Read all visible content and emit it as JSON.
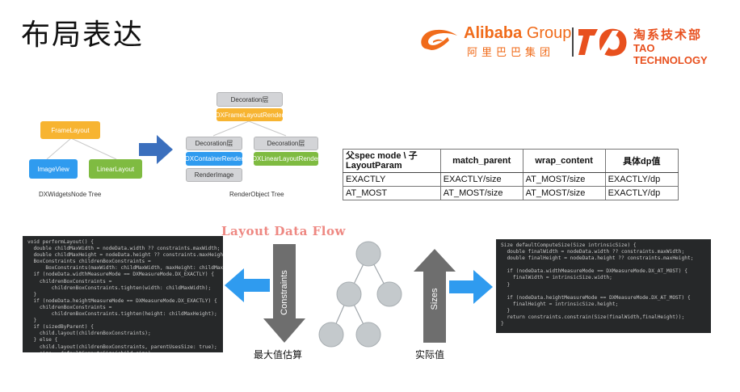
{
  "title": "布局表达",
  "logos": {
    "alibaba_en": "Alibaba",
    "alibaba_group": "Group",
    "alibaba_cn": "阿里巴巴集团",
    "tao_cn": "淘系技术部",
    "tao_en": "TAO TECHNOLOGY",
    "brand_color": "#f06b1a"
  },
  "widget_tree": {
    "caption": "DXWidgetsNode Tree",
    "root": "FrameLayout",
    "children": [
      "ImageView",
      "LinearLayout"
    ]
  },
  "render_tree": {
    "caption": "RenderObject Tree",
    "nodes": {
      "decoration_top": "Decoration层",
      "frame_render": "DXFrameLayoutRender",
      "decoration_left": "Decoration层",
      "container_render": "DXContainerRender",
      "render_image": "RenderImage",
      "decoration_right": "Decoration层",
      "linear_render": "DXLinearLayoutRender"
    }
  },
  "spec_table": {
    "header_col0_line1": "父spec mode \\ 子",
    "header_col0_line2": "LayoutParam",
    "headers": [
      "match_parent",
      "wrap_content",
      "具体dp值"
    ],
    "rows": [
      [
        "EXACTLY",
        "EXACTLY/size",
        "AT_MOST/size",
        "EXACTLY/dp"
      ],
      [
        "AT_MOST",
        "AT_MOST/size",
        "AT_MOST/size",
        "EXACTLY/dp"
      ]
    ]
  },
  "flow": {
    "title": "Layout Data Flow",
    "down_label": "Constraints",
    "up_label": "Sizes",
    "down_caption": "最大值估算",
    "up_caption": "实际值"
  },
  "code_left": {
    "lines": [
      "void performLayout() {",
      "  double childMaxWidth = nodeData.width ?? constraints.maxWidth;",
      "  double childMaxHeight = nodeData.height ?? constraints.maxHeight;",
      "  BoxConstraints childrenBoxConstraints =",
      "      BoxConstraints(maxWidth: childMaxWidth, maxHeight: childMaxHeight);",
      "  if (nodeData.widthMeasureMode == DXMeasureMode.DX_EXACTLY) {",
      "    childrenBoxConstraints =",
      "        childrenBoxConstraints.tighten(width: childMaxWidth);",
      "  }",
      "  if (nodeData.heightMeasureMode == DXMeasureMode.DX_EXACTLY) {",
      "    childrenBoxConstraints =",
      "        childrenBoxConstraints.tighten(height: childMaxHeight);",
      "  }",
      "  if (sizedByParent) {",
      "    child.layout(childrenBoxConstraints);",
      "  } else {",
      "    child.layout(childrenBoxConstraints, parentUsesSize: true);",
      "    size = defaultComputeSize(child.size);",
      "  }",
      "}"
    ]
  },
  "code_right": {
    "lines": [
      "Size defaultComputeSize(Size intrinsicSize) {",
      "  double finalWidth = nodeData.width ?? constraints.maxWidth;",
      "  double finalHeight = nodeData.height ?? constraints.maxHeight;",
      "",
      "  if (nodeData.widthMeasureMode == DXMeasureMode.DX_AT_MOST) {",
      "    finalWidth = intrinsicSize.width;",
      "  }",
      "",
      "  if (nodeData.heightMeasureMode == DXMeasureMode.DX_AT_MOST) {",
      "    finalHeight = intrinsicSize.height;",
      "  }",
      "  return constraints.constrain(Size(finalWidth,finalHeight));",
      "}"
    ]
  },
  "colors": {
    "accent_blue": "#2f9bef",
    "arrow_gray": "#6e6e6e",
    "flow_title": "#ee8882",
    "code_bg": "#262829"
  }
}
